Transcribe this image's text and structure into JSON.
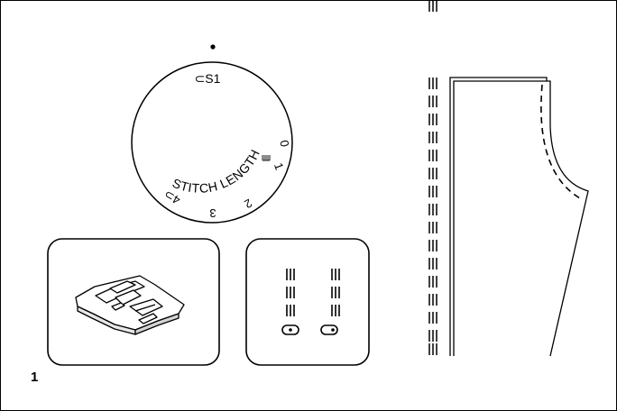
{
  "figure": {
    "number": "1"
  },
  "dial": {
    "top_mark": "⊂S1",
    "arc_label": "STITCH LENGTH",
    "numbers": [
      "0",
      "1",
      "2",
      "3",
      "4⊃"
    ]
  }
}
